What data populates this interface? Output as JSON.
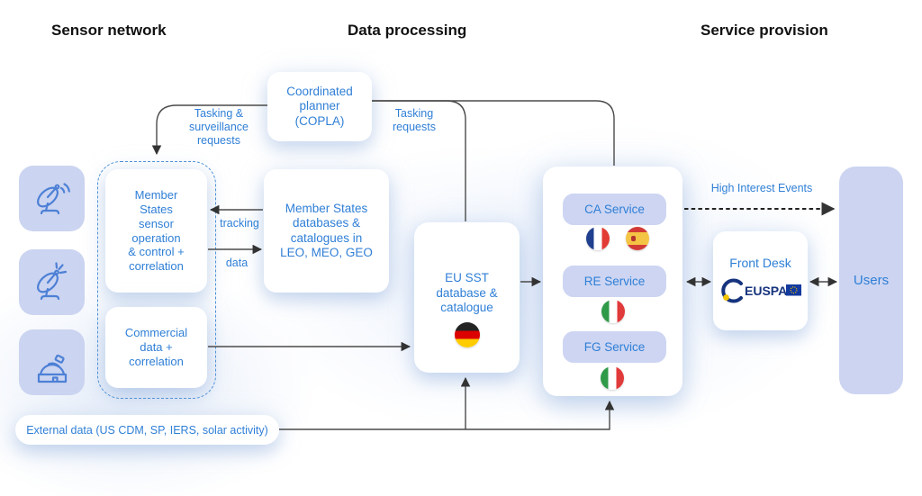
{
  "headers": {
    "sensor_network": "Sensor network",
    "data_processing": "Data processing",
    "service_provision": "Service provision"
  },
  "boxes": {
    "copla": "Coordinated\nplanner\n(COPLA)",
    "ms_sensor": "Member\nStates\nsensor\noperation\n& control +\ncorrelation",
    "commercial": "Commercial\ndata +\ncorrelation",
    "ms_databases": "Member States\ndatabases &\ncatalogues in\nLEO, MEO, GEO",
    "eu_sst": "EU SST\ndatabase &\ncatalogue",
    "front_desk": "Front Desk",
    "users": "Users",
    "external_data": "External data (US CDM, SP, IERS, solar activity)"
  },
  "services": [
    {
      "label": "CA Service",
      "flags": [
        "france",
        "spain"
      ]
    },
    {
      "label": "RE Service",
      "flags": [
        "italy"
      ]
    },
    {
      "label": "FG Service",
      "flags": [
        "italy"
      ]
    }
  ],
  "eu_sst_flag": "germany",
  "flow_labels": {
    "tasking_surveillance": "Tasking &\nsurveillance\nrequests",
    "tasking_requests": "Tasking\nrequests",
    "tracking": "tracking",
    "data": "data",
    "high_interest": "High Interest Events"
  },
  "logo": {
    "euspa": "EUSPA"
  },
  "sensor_icons": [
    "radar-dish-receiving-icon",
    "radar-dish-transmitting-icon",
    "observatory-dome-icon"
  ],
  "colors": {
    "accent_blue": "#2F7FD6",
    "lavender_panel": "#CCD4F1",
    "arrow": "#4A4A4A",
    "dashed_border": "#4A90D9",
    "header_text": "#111111"
  }
}
